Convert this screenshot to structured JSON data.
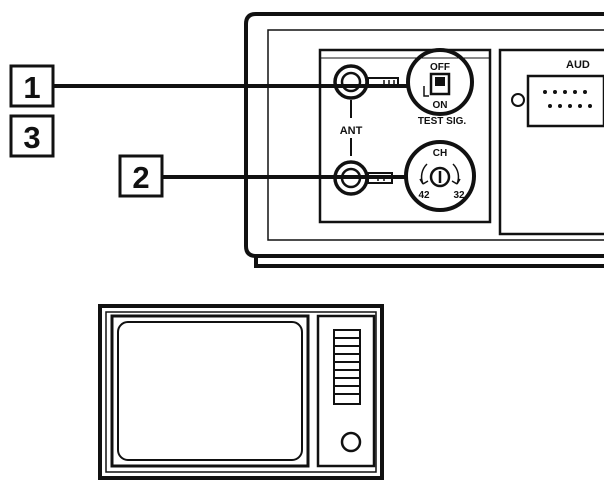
{
  "callouts": [
    {
      "number": "1"
    },
    {
      "number": "3"
    },
    {
      "number": "2"
    }
  ],
  "panel": {
    "audio_label": "AUD",
    "antenna_label": "ANT",
    "test_signal": {
      "off_label": "OFF",
      "on_label": "ON",
      "label": "TEST SIG."
    },
    "channel": {
      "label": "CH",
      "low": "42",
      "high": "32"
    }
  },
  "colors": {
    "ink": "#111111",
    "paper": "#ffffff"
  }
}
